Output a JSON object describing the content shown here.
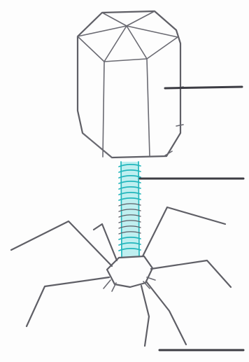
{
  "diagram": {
    "parts": [
      "head",
      "tail",
      "tail-fibers"
    ],
    "colors": {
      "outline": "#5f5f66",
      "tail": "#22b6bc",
      "tail_fill": "#bfeff0",
      "leader": "#3d3d44"
    },
    "icons": {
      "main": "bacteriophage-drawing-icon"
    },
    "label_lines": 3,
    "labels_printed": false
  }
}
